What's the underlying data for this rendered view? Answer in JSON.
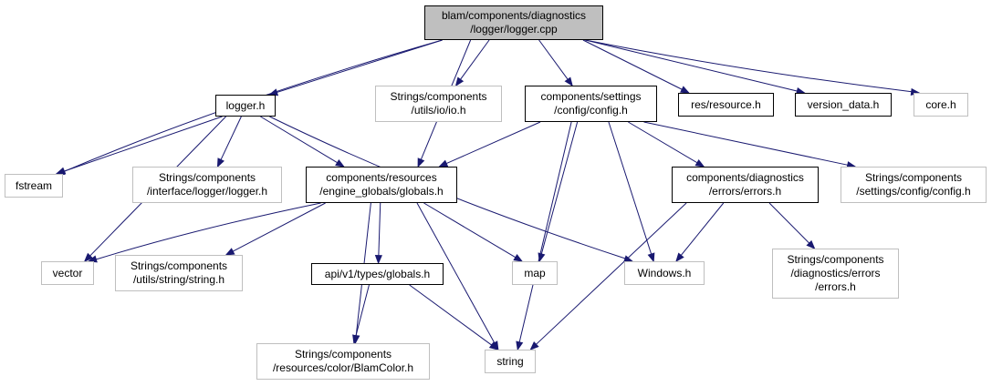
{
  "colors": {
    "edge": "#191970",
    "root_fill": "#bfbfbf",
    "documented_border": "#000000",
    "undocumented_border": "#bfbfbf"
  },
  "nodes": {
    "root": {
      "lines": [
        "blam/components/diagnostics",
        "/logger/logger.cpp"
      ]
    },
    "logger_h": {
      "lines": [
        "logger.h"
      ]
    },
    "strings_io": {
      "lines": [
        "Strings/components",
        "/utils/io/io.h"
      ]
    },
    "config_h": {
      "lines": [
        "components/settings",
        "/config/config.h"
      ]
    },
    "resource_h": {
      "lines": [
        "res/resource.h"
      ]
    },
    "version_data": {
      "lines": [
        "version_data.h"
      ]
    },
    "core_h": {
      "lines": [
        "core.h"
      ]
    },
    "fstream": {
      "lines": [
        "fstream"
      ]
    },
    "strings_logger": {
      "lines": [
        "Strings/components",
        "/interface/logger/logger.h"
      ]
    },
    "globals_h": {
      "lines": [
        "components/resources",
        "/engine_globals/globals.h"
      ]
    },
    "errors_h": {
      "lines": [
        "components/diagnostics",
        "/errors/errors.h"
      ]
    },
    "strings_config": {
      "lines": [
        "Strings/components",
        "/settings/config/config.h"
      ]
    },
    "vector": {
      "lines": [
        "vector"
      ]
    },
    "strings_string": {
      "lines": [
        "Strings/components",
        "/utils/string/string.h"
      ]
    },
    "api_globals": {
      "lines": [
        "api/v1/types/globals.h"
      ]
    },
    "map": {
      "lines": [
        "map"
      ]
    },
    "windows_h": {
      "lines": [
        "Windows.h"
      ]
    },
    "strings_errors": {
      "lines": [
        "Strings/components",
        "/diagnostics/errors",
        "/errors.h"
      ]
    },
    "strings_color": {
      "lines": [
        "Strings/components",
        "/resources/color/BlamColor.h"
      ]
    },
    "string": {
      "lines": [
        "string"
      ]
    }
  },
  "edges": [
    [
      "root",
      "fstream"
    ],
    [
      "root",
      "logger_h"
    ],
    [
      "root",
      "globals_h"
    ],
    [
      "root",
      "strings_io"
    ],
    [
      "root",
      "config_h"
    ],
    [
      "root",
      "resource_h"
    ],
    [
      "root",
      "version_data"
    ],
    [
      "root",
      "core_h"
    ],
    [
      "logger_h",
      "fstream"
    ],
    [
      "logger_h",
      "strings_logger"
    ],
    [
      "logger_h",
      "globals_h"
    ],
    [
      "logger_h",
      "vector"
    ],
    [
      "logger_h",
      "windows_h"
    ],
    [
      "config_h",
      "globals_h"
    ],
    [
      "config_h",
      "errors_h"
    ],
    [
      "config_h",
      "strings_config"
    ],
    [
      "config_h",
      "map"
    ],
    [
      "config_h",
      "windows_h"
    ],
    [
      "config_h",
      "string"
    ],
    [
      "globals_h",
      "vector"
    ],
    [
      "globals_h",
      "strings_string"
    ],
    [
      "globals_h",
      "api_globals"
    ],
    [
      "globals_h",
      "map"
    ],
    [
      "globals_h",
      "strings_color"
    ],
    [
      "globals_h",
      "string"
    ],
    [
      "errors_h",
      "windows_h"
    ],
    [
      "errors_h",
      "strings_errors"
    ],
    [
      "errors_h",
      "string"
    ],
    [
      "api_globals",
      "strings_color"
    ],
    [
      "api_globals",
      "string"
    ]
  ]
}
